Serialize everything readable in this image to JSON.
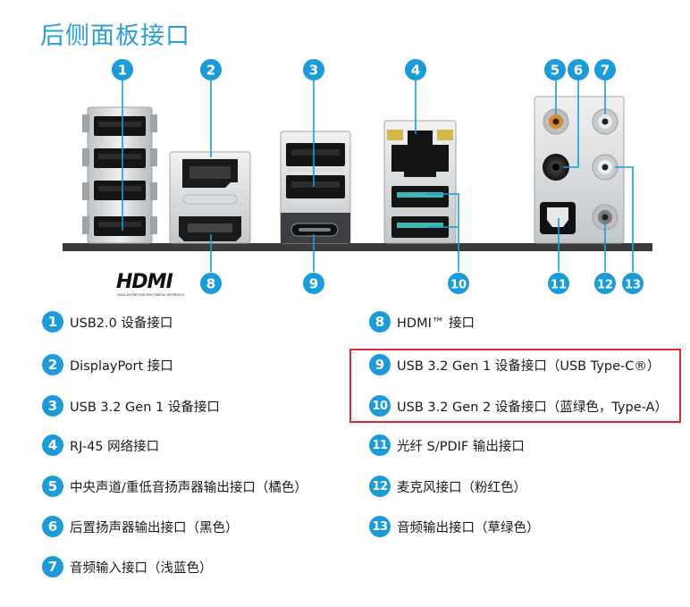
{
  "title": "后侧面板接口",
  "hdmi_logo": "HDMI",
  "hdmi_logo_sub": "HIGH-DEFINITION MULTIMEDIA INTERFACE",
  "callouts": [
    "1",
    "2",
    "3",
    "4",
    "5",
    "6",
    "7",
    "8",
    "9",
    "10",
    "11",
    "12",
    "13"
  ],
  "legend": [
    {
      "num": "1",
      "label": "USB2.0 设备接口"
    },
    {
      "num": "2",
      "label": "DisplayPort 接口"
    },
    {
      "num": "3",
      "label": "USB 3.2 Gen 1 设备接口"
    },
    {
      "num": "4",
      "label": "RJ-45 网络接口"
    },
    {
      "num": "5",
      "label": "中央声道/重低音扬声器输出接口（橘色）"
    },
    {
      "num": "6",
      "label": "后置扬声器输出接口（黑色）"
    },
    {
      "num": "7",
      "label": "音频输入接口（浅蓝色）"
    },
    {
      "num": "8",
      "label": "HDMI™ 接口"
    },
    {
      "num": "9",
      "label": "USB 3.2 Gen 1 设备接口（USB Type-C®）"
    },
    {
      "num": "10",
      "label": "USB 3.2 Gen 2 设备接口（蓝绿色，Type-A）"
    },
    {
      "num": "11",
      "label": "光纤 S/PDIF 输出接口"
    },
    {
      "num": "12",
      "label": "麦克风接口（粉红色）"
    },
    {
      "num": "13",
      "label": "音频输出接口（草绿色）"
    }
  ],
  "colors": {
    "accent": "#1b9bd7",
    "title": "#2a9fd6",
    "highlight": "#e0282e",
    "usb2_port": "#111111",
    "usb_teal": "#3fb7b0",
    "panel_bar": "#333333"
  }
}
